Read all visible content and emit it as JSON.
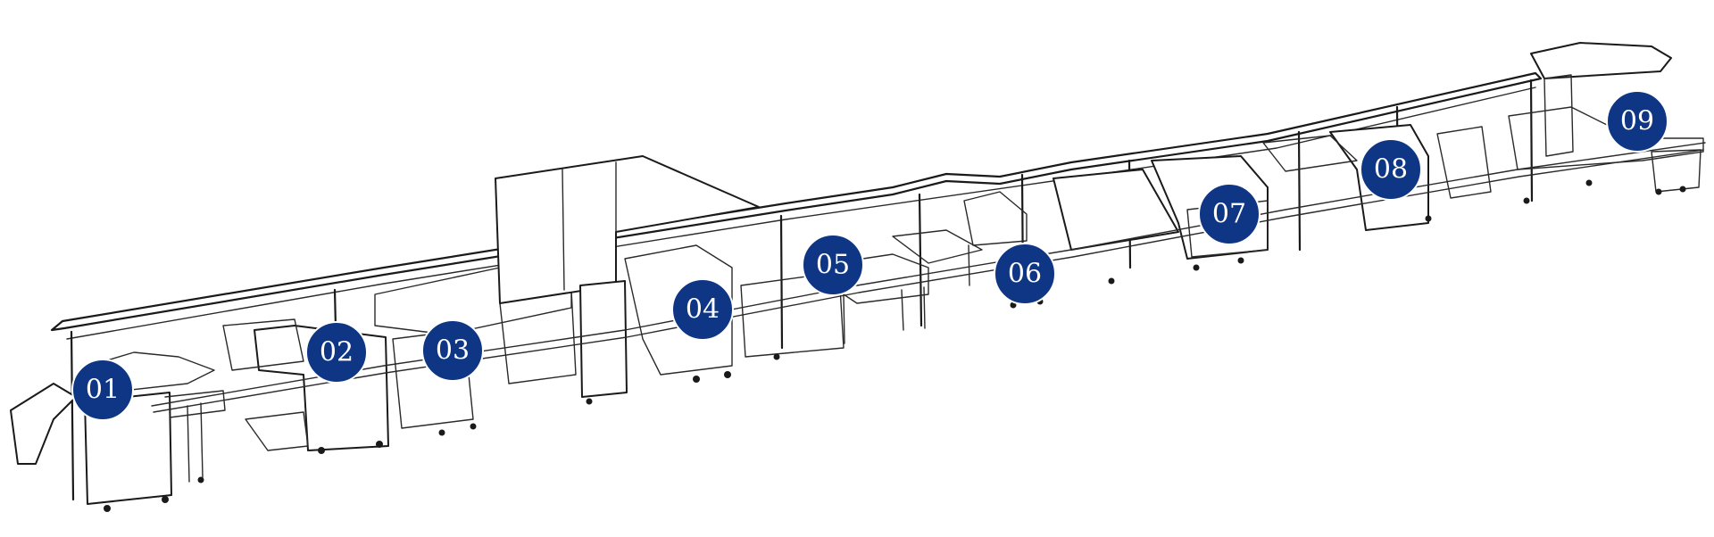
{
  "theme": {
    "marker_color": "#0f3685",
    "marker_text_color": "#ffffff",
    "line_color": "#1a1a1a"
  },
  "stations": [
    {
      "id": "01",
      "label": "01"
    },
    {
      "id": "02",
      "label": "02"
    },
    {
      "id": "03",
      "label": "03"
    },
    {
      "id": "04",
      "label": "04"
    },
    {
      "id": "05",
      "label": "05"
    },
    {
      "id": "06",
      "label": "06"
    },
    {
      "id": "07",
      "label": "07"
    },
    {
      "id": "08",
      "label": "08"
    },
    {
      "id": "09",
      "label": "09"
    }
  ]
}
